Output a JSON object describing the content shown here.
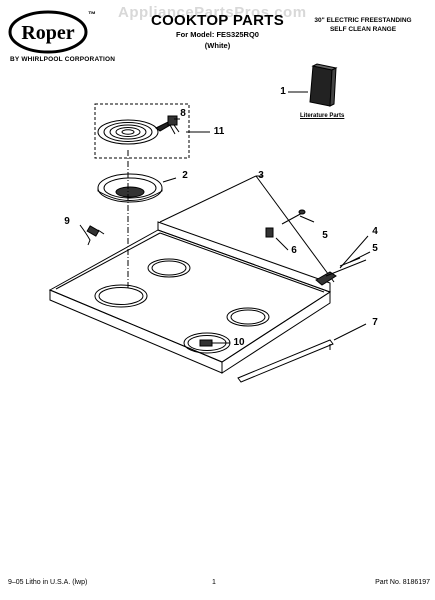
{
  "header": {
    "brand_sub": "BY WHIRLPOOL CORPORATION",
    "watermark": "AppliancePartsPros.com",
    "title": "COOKTOP PARTS",
    "model_line": "For Model: FES325RQ0",
    "color_line": "(White)",
    "description_line1": "30\" ELECTRIC FREESTANDING",
    "description_line2": "SELF CLEAN RANGE"
  },
  "logo": {
    "text": "Roper",
    "trademark": "™"
  },
  "literature_label": "Literature Parts",
  "callouts": {
    "c1": "1",
    "c2": "2",
    "c3": "3",
    "c4": "4",
    "c5a": "5",
    "c5b": "5",
    "c6": "6",
    "c7": "7",
    "c8": "8",
    "c9": "9",
    "c10": "10",
    "c11": "11"
  },
  "footer": {
    "left": "9–05 Litho in U.S.A. (lwp)",
    "center": "1",
    "right": "Part No. 8186197"
  }
}
